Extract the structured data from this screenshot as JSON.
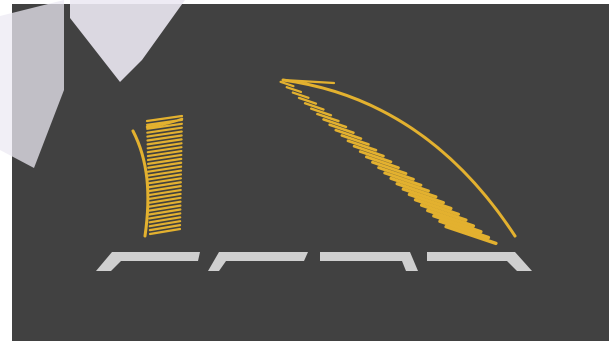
{
  "colors": {
    "background": "#ffffff",
    "road": "#414141",
    "lane_marking": "#e3b12f",
    "lane_hatch": "#e3b12f",
    "stop_marking": "#cfcfcf",
    "watermark": "#ece9f3"
  },
  "scene": {
    "left_lane": {
      "name": "left-curved-lane-marking",
      "kind": "curved hatched lane"
    },
    "right_lane": {
      "name": "right-curved-lane-marking",
      "kind": "curved hatched lane"
    },
    "bottom_markings": {
      "count": 4
    }
  }
}
